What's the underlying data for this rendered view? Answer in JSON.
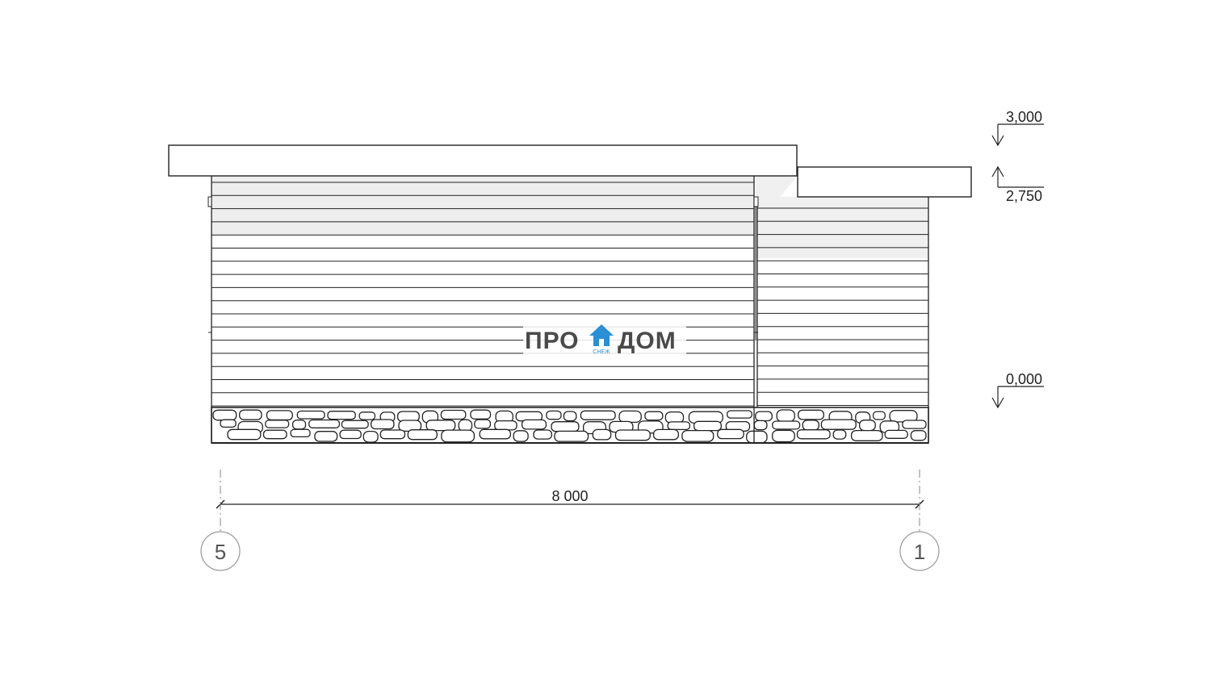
{
  "elevation_marks": [
    {
      "id": "top",
      "label": "3,000",
      "direction": "down"
    },
    {
      "id": "eave",
      "label": "2,750",
      "direction": "up"
    },
    {
      "id": "ground",
      "label": "0,000",
      "direction": "down"
    }
  ],
  "dimension": {
    "label": "8 000"
  },
  "axes": [
    {
      "label": "5"
    },
    {
      "label": "1"
    }
  ],
  "logo": {
    "left": "ПРО",
    "right": "ДОМ",
    "sub": "СНЕЖ",
    "icon": "house-icon",
    "accent": "#2b8fd6",
    "text_color": "#4a4a4a"
  },
  "colors": {
    "line": "#222222",
    "roof_shade": "#eeeeee",
    "axis_line": "#888888"
  }
}
